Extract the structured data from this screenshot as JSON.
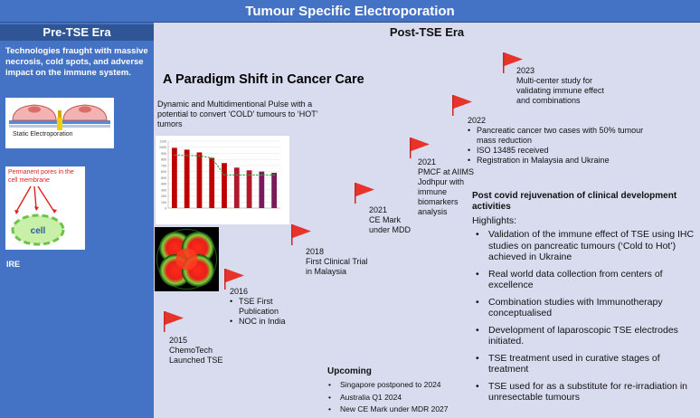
{
  "header": {
    "title": "Tumour Specific Electroporation"
  },
  "pre_tse": {
    "title": "Pre-TSE Era",
    "description": "Technologies fraught with massive necrosis, cold spots, and adverse impact on the immune system.",
    "static_label": "Static Electroporation",
    "pores_label": "Permanent pores in the cell membrane",
    "cell_label": "cell",
    "ire_label": "IRE"
  },
  "post_tse": {
    "title": "Post-TSE Era",
    "paradigm": "A Paradigm Shift in Cancer Care",
    "dynamic_text": "Dynamic and Multidimentional Pulse with a potential to convert ‘COLD’ tumours to ‘HOT’ tumors"
  },
  "chart_data": {
    "type": "bar",
    "categories": [
      "",
      "",
      "",
      "",
      "",
      "",
      "",
      "",
      ""
    ],
    "series": [
      {
        "values": [
          990,
          960,
          915,
          825,
          740,
          665,
          620,
          600,
          580
        ]
      },
      {
        "values": [
          870,
          865,
          860,
          825,
          545,
          545,
          545,
          545,
          545
        ]
      }
    ],
    "y_ticks": [
      "0",
      "100",
      "200",
      "300",
      "400",
      "500",
      "600",
      "700",
      "800",
      "900",
      "1000",
      "1100"
    ],
    "ylim": [
      0,
      1100
    ],
    "colors": {
      "bar": "#c00000",
      "line": "#2e9a3c"
    }
  },
  "timeline": [
    {
      "year": "2015",
      "lines": [
        "ChemoTech",
        "Launched TSE"
      ],
      "bullets": []
    },
    {
      "year": "2016",
      "lines": [],
      "bullets": [
        "TSE First Publication",
        "NOC in India"
      ]
    },
    {
      "year": "2018",
      "lines": [
        "First Clinical Trial",
        "in Malaysia"
      ],
      "bullets": []
    },
    {
      "year": "2021",
      "lines": [
        "CE Mark",
        "under MDD"
      ],
      "bullets": []
    },
    {
      "year": "2021",
      "lines": [
        "PMCF at AIIMS",
        "Jodhpur with",
        "immune",
        "biomarkers",
        "analysis"
      ],
      "bullets": []
    },
    {
      "year": "2022",
      "lines": [],
      "bullets": [
        "Pancreatic cancer two cases with 50% tumour mass reduction",
        "ISO 13485 received",
        "Registration in Malaysia and Ukraine"
      ]
    },
    {
      "year": "2023",
      "lines": [
        "Multi-center study for",
        "validating immune effect",
        "and combinations"
      ],
      "bullets": []
    }
  ],
  "highlights": {
    "title": "Post covid rejuvenation of clinical development activities",
    "subtitle": "Highlights:",
    "items": [
      "Validation of the immune effect of TSE using IHC studies on pancreatic tumours (‘Cold to Hot’) achieved in Ukraine",
      "Real world data collection from centers of excellence",
      "Combination studies with Immunotherapy conceptualised",
      "Development of laparoscopic TSE electrodes initiated.",
      "TSE treatment used in curative stages of treatment",
      "TSE used for as a substitute for re-irradiation in unresectable tumours"
    ]
  },
  "upcoming": {
    "title": "Upcoming",
    "items": [
      "Singapore postponed to 2024",
      "Australia Q1 2024",
      "New CE Mark under MDR 2027"
    ]
  },
  "colors": {
    "header": "#4472c4",
    "panel": "#4472c4",
    "panel_title": "#2f5597",
    "slide": "#d9dcef",
    "flag": "#e8332a"
  }
}
